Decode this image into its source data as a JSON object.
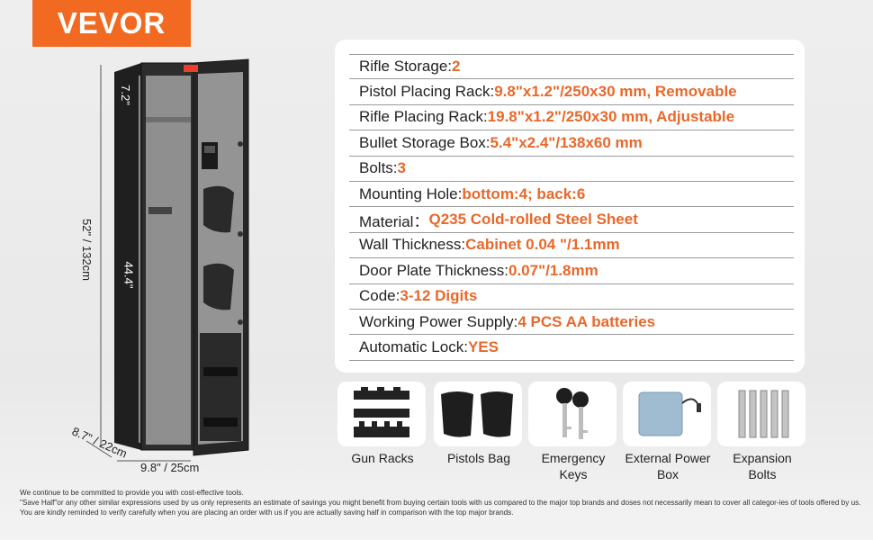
{
  "brand": {
    "logo_text": "VEVOR"
  },
  "dimensions": {
    "top_gap": "7.2\"",
    "inner_height": "44.4\"",
    "total_height": "52\" / 132cm",
    "depth": "8.7\" / 22cm",
    "width": "9.8\" / 25cm"
  },
  "specs": [
    {
      "label": "Rifle Storage: ",
      "value": "2"
    },
    {
      "label": "Pistol Placing Rack: ",
      "value": "9.8\"x1.2\"/250x30 mm, Removable"
    },
    {
      "label": "Rifle Placing Rack: ",
      "value": "19.8\"x1.2\"/250x30 mm, Adjustable"
    },
    {
      "label": "Bullet Storage Box: ",
      "value": "5.4\"x2.4\"/138x60 mm"
    },
    {
      "label": "Bolts: ",
      "value": "3"
    },
    {
      "label": "Mounting Hole: ",
      "value": "bottom:4; back:6"
    },
    {
      "label": "Material：",
      "value": "Q235 Cold-rolled Steel Sheet"
    },
    {
      "label": "Wall Thickness: ",
      "value": "Cabinet 0.04 \"/1.1mm"
    },
    {
      "label": "Door Plate Thickness: ",
      "value": "0.07\"/1.8mm"
    },
    {
      "label": "Code: ",
      "value": "3-12 Digits"
    },
    {
      "label": "Working Power Supply: ",
      "value": "4 PCS AA batteries"
    },
    {
      "label": "Automatic Lock: ",
      "value": "YES"
    }
  ],
  "accessories": [
    {
      "label": "Gun Racks",
      "icon": "gun-racks-icon"
    },
    {
      "label": "Pistols Bag",
      "icon": "pistols-bag-icon"
    },
    {
      "label": "Emergency Keys",
      "icon": "keys-icon"
    },
    {
      "label": "External Power Box",
      "icon": "power-box-icon"
    },
    {
      "label": "Expansion Bolts",
      "icon": "bolts-icon"
    }
  ],
  "colors": {
    "accent": "#f26a21",
    "value_text": "#e8682a",
    "cabinet": "#2b2b2b",
    "felt": "#8f8f8f"
  },
  "disclaimer": [
    "We continue to be committed to provide you with cost-effective tools.",
    "\"Save Half\"or any other similar expressions used by us only represents an estimate of savings you might benefit from buying certain tools with us compared to the major top brands and doses not necessarily mean to cover all categor-ies of tools offered by us.",
    "You are kindly reminded to verify carefully when you are placing an order with us if you are actually saving half in comparison with the top major brands."
  ]
}
